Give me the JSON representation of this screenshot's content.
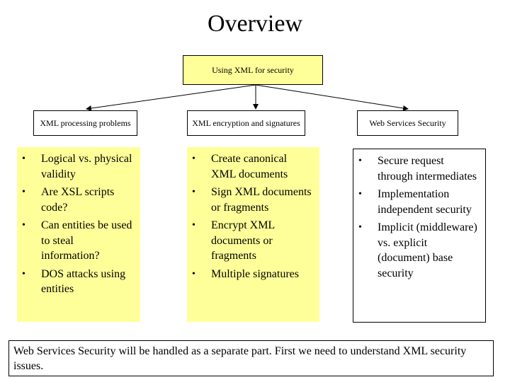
{
  "title": "Overview",
  "root": "Using XML for security",
  "categories": [
    {
      "label": "XML processing problems",
      "items": [
        "Logical vs. physical validity",
        "Are XSL scripts code?",
        "Can entities be used to steal information?",
        "DOS attacks using entities"
      ]
    },
    {
      "label": "XML encryption and signatures",
      "items": [
        "Create canonical XML documents",
        "Sign XML documents or fragments",
        "Encrypt XML documents or fragments",
        "Multiple signatures"
      ]
    },
    {
      "label": "Web Services Security",
      "items": [
        "Secure request through intermediates",
        "Implementation independent security",
        "Implicit (middleware) vs. explicit (document) base security"
      ]
    }
  ],
  "bullet": "•",
  "footer": "Web Services Security will be handled as a separate part. First we need to understand XML security issues.",
  "colors": {
    "box_fill": "#ffff99",
    "line": "#000000",
    "background": "#ffffff"
  }
}
